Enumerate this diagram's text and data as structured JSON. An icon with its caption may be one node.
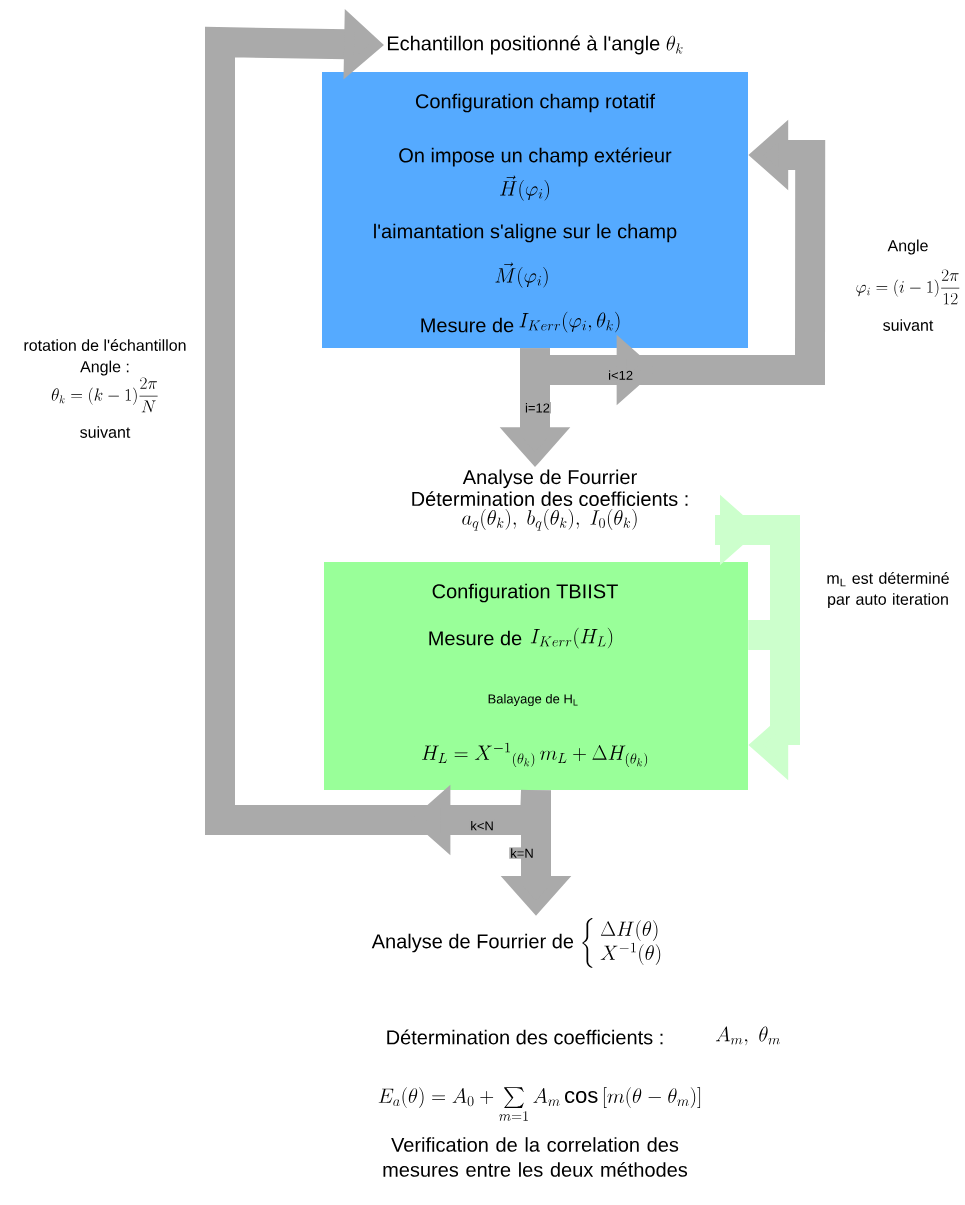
{
  "diagram": {
    "nodes": [
      {
        "text": [
          "Echantillon positionné  à l'angle",
          "\\theta_k"
        ]
      },
      {
        "text": [
          "Configuration champ rotatif",
          "On impose un champ extérieur",
          "\\vec{H}(\\varphi_i)",
          "l'aimantation s'aligne sur le champ",
          "\\vec{M}(\\varphi_i)",
          "Mesure de",
          "I_{Kerr}(\\varphi_i,\\theta_k)"
        ]
      },
      {
        "text": [
          "Analyse de Fourrier",
          "Détermination des coefficients :",
          "a_q(\\theta_k),\\ b_q(\\theta_k),\\ I_0(\\theta_k)"
        ]
      },
      {
        "text": [
          "Configuration TBIIST",
          "Mesure de",
          "I_{Kerr}(H_L)",
          "Balayage de H$_{L}$",
          "H_L=X^{-1}{}_{(\\theta_k)}\\,m_L+\\Delta H_{(\\theta_k)}"
        ]
      },
      {
        "text": [
          "Analyse de Fourrier de",
          "\\left\\{\\begin{array}{l}\\Delta H(\\theta)\\\\ X^{-1}(\\theta)\\end{array}\\right."
        ]
      }
    ],
    "edges": [
      {
        "from": 1,
        "to": 1,
        "arrow": "to",
        "label": "i<12"
      },
      {
        "from": 1,
        "to": 2,
        "arrow": "to",
        "label": "i=12"
      },
      {
        "from": 3,
        "to": 3,
        "arrow": "to",
        "color": "#ccffcc"
      },
      {
        "from": 3,
        "to": 0,
        "arrow": "to",
        "label": "k<N"
      },
      {
        "from": 3,
        "to": 4,
        "arrow": "to",
        "label": "k=N"
      }
    ],
    "labels": [
      "rotation de l'échantillon",
      "Angle :",
      "\\theta_k=(k-1)\\dfrac{2\\pi}{N}",
      "suivant",
      "Angle",
      "\\varphi_i=(i-1)\\dfrac{2\\pi}{12}",
      "suivant",
      "m$_{L}$ est déterminé par auto iteration",
      "Détermination des coefficients  :",
      "A_m,\\ \\theta_m",
      "E_a(\\theta)=A_0+\\sum\\limits_{m=1}A_m\\cos\\left[m(\\theta-\\theta_m)\\right]",
      "Verification de la correlation des mesures entre les deux méthodes"
    ]
  }
}
